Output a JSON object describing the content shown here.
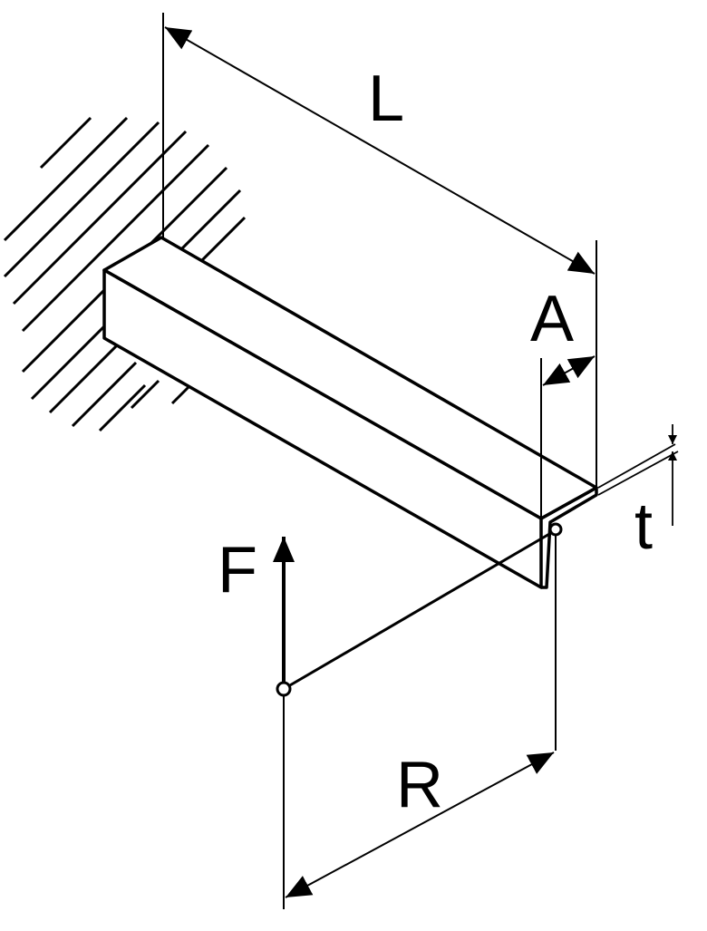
{
  "labels": {
    "length": "L",
    "leg": "A",
    "thickness": "t",
    "force": "F",
    "radius": "R"
  },
  "colors": {
    "line": "#000000",
    "background": "#ffffff"
  }
}
